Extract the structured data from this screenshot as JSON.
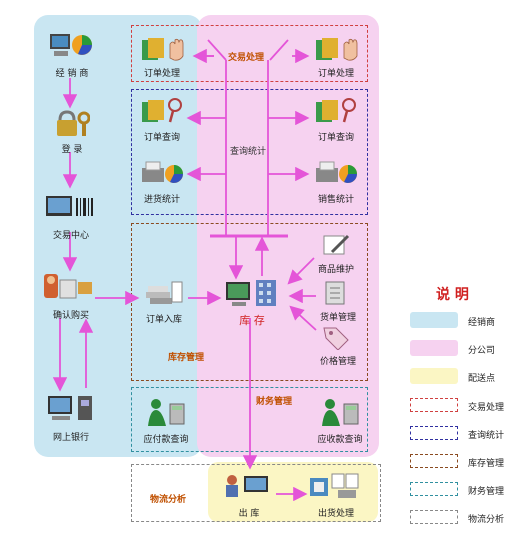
{
  "nodes": {
    "dealer": "经 销 商",
    "login": "登 录",
    "trade_center": "交易中心",
    "confirm_buy": "确认购买",
    "online_bank": "网上银行",
    "order_left": "订单处理",
    "order_right": "订单处理",
    "query_left": "订单查询",
    "query_right": "订单查询",
    "purchase_stats": "进货统计",
    "sales_stats": "销售统计",
    "order_in": "订单入库",
    "stock": "库 存",
    "goods_maint": "商品维护",
    "goods_manage": "货单管理",
    "price_manage": "价格管理",
    "payable_query": "应付款查询",
    "receivable_query": "应收款查询",
    "out_stock": "出 库",
    "ship_process": "出货处理"
  },
  "sections": {
    "trade": "交易处理",
    "query": "查询统计",
    "inventory": "库存管理",
    "finance": "财务管理",
    "logistics": "物流分析"
  },
  "legend": {
    "title": "说 明",
    "items": [
      {
        "label": "经销商",
        "kind": "fill",
        "color": "#c9e6f2"
      },
      {
        "label": "分公司",
        "kind": "fill",
        "color": "#f6d2f0"
      },
      {
        "label": "配送点",
        "kind": "fill",
        "color": "#fbf6c4"
      },
      {
        "label": "交易处理",
        "kind": "dash",
        "color": "#d04040"
      },
      {
        "label": "查询统计",
        "kind": "dash",
        "color": "#3030a0"
      },
      {
        "label": "库存管理",
        "kind": "dash",
        "color": "#8a4a20"
      },
      {
        "label": "财务管理",
        "kind": "dash",
        "color": "#3090a0"
      },
      {
        "label": "物流分析",
        "kind": "dash",
        "color": "#888888"
      }
    ]
  },
  "colors": {
    "dealer_zone": "#c9e6f2",
    "branch_zone": "#f6d2f0",
    "delivery_zone": "#fbf6c4",
    "arrow": "#e455d8",
    "title_red": "#d02020"
  }
}
